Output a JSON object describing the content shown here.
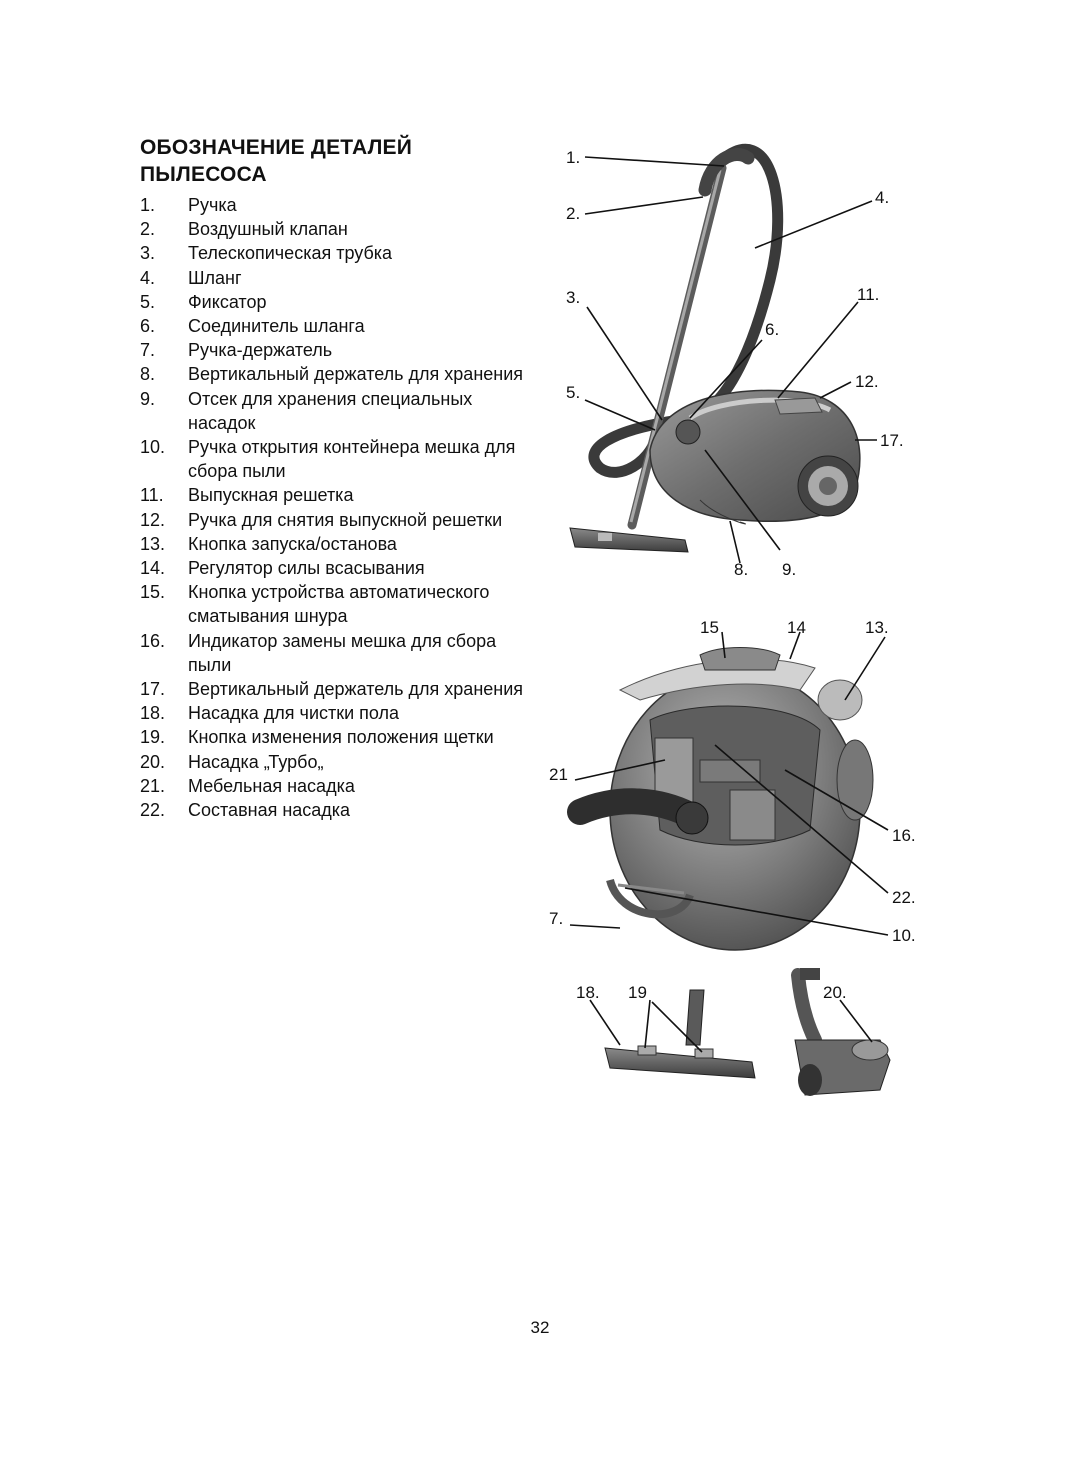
{
  "title_line1": "ОБОЗНАЧЕНИЕ ДЕТАЛЕЙ",
  "title_line2": "ПЫЛЕСОСА",
  "parts": [
    {
      "num": "1.",
      "text": "Ручка"
    },
    {
      "num": "2.",
      "text": "Воздушный клапан"
    },
    {
      "num": "3.",
      "text": "Телескопическая трубка"
    },
    {
      "num": "4.",
      "text": "Шланг"
    },
    {
      "num": "5.",
      "text": "Фиксатор"
    },
    {
      "num": "6.",
      "text": "Соединитель шланга"
    },
    {
      "num": "7.",
      "text": "Ручка-держатель"
    },
    {
      "num": "8.",
      "text": "Вертикальный держатель для хранения"
    },
    {
      "num": "9.",
      "text": "Отсек для хранения специальных насадок"
    },
    {
      "num": "10.",
      "text": "Ручка открытия контейнера мешка для сбора пыли"
    },
    {
      "num": "11.",
      "text": "Выпускная решетка"
    },
    {
      "num": "12.",
      "text": "Ручка для снятия выпускной решетки"
    },
    {
      "num": "13.",
      "text": "Кнопка запуска/останова"
    },
    {
      "num": "14.",
      "text": "Регулятор силы всасывания"
    },
    {
      "num": "15.",
      "text": "Кнопка устройства автоматического сматывания шнура"
    },
    {
      "num": "16.",
      "text": "Индикатор замены мешка для сбора пыли"
    },
    {
      "num": "17.",
      "text": "Вертикальный держатель для хранения"
    },
    {
      "num": "18.",
      "text": "Насадка для чистки пола"
    },
    {
      "num": "19.",
      "text": "Кнопка изменения положения щетки"
    },
    {
      "num": "20.",
      "text": "Насадка „Турбо„"
    },
    {
      "num": "21.",
      "text": "Мебельная насадка"
    },
    {
      "num": "22.",
      "text": "Составная насадка"
    }
  ],
  "callouts": {
    "c1": "1.",
    "c2": "2.",
    "c3": "3.",
    "c4": "4.",
    "c5": "5.",
    "c6": "6.",
    "c7": "7.",
    "c8": "8.",
    "c9": "9.",
    "c10": "10.",
    "c11": "11.",
    "c12": "12.",
    "c13": "13.",
    "c14": "14",
    "c15": "15",
    "c16": "16.",
    "c17": "17.",
    "c18": "18.",
    "c19": "19",
    "c20": "20.",
    "c21": "21",
    "c22": "22."
  },
  "page_number": "32"
}
